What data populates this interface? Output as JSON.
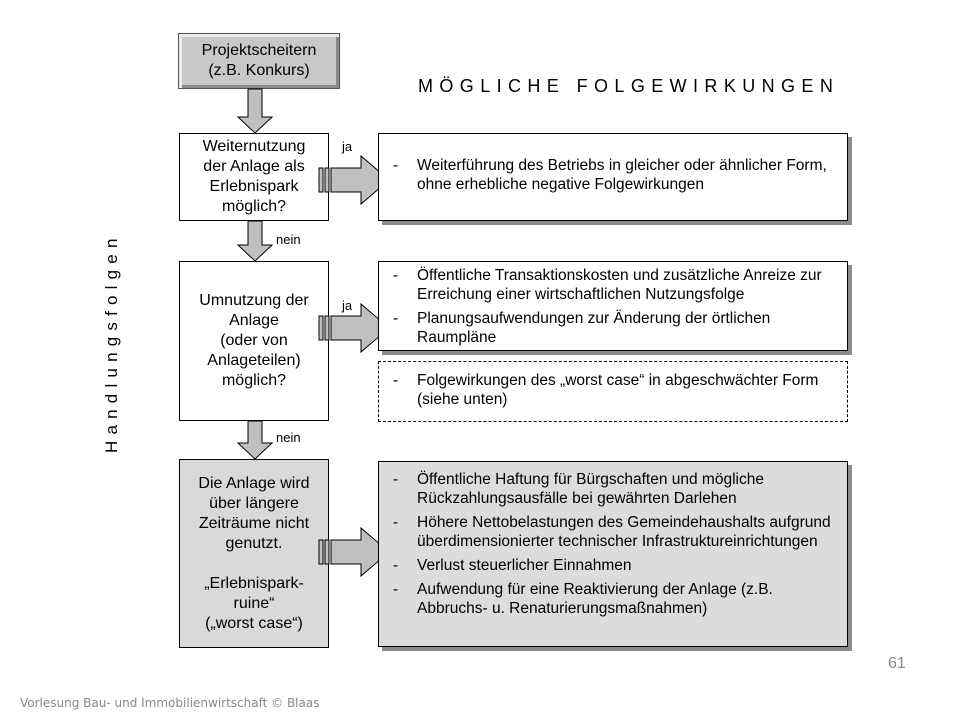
{
  "diagram": {
    "start": [
      "Projektscheitern",
      "(z.B. Konkurs)"
    ],
    "heading": "MÖGLICHE FOLGEWIRKUNGEN",
    "side_label": "Handlungsfolgen",
    "questions": [
      [
        "Weiternutzung",
        "der Anlage als",
        "Erlebnispark",
        "möglich?"
      ],
      [
        "Umnutzung der",
        "Anlage",
        "(oder von",
        "Anlageteilen)",
        "möglich?"
      ],
      [
        "Die Anlage wird",
        "über längere",
        "Zeiträume nicht",
        "genutzt.",
        "",
        "„Erlebnispark-",
        "ruine“",
        "(„worst case“)"
      ]
    ],
    "labels": {
      "yes": "ja",
      "no": "nein"
    },
    "consequences": [
      [
        "Weiterführung des Betriebs in gleicher oder ähnlicher Form, ohne erhebliche negative Folgewirkungen"
      ],
      [
        "Öffentliche Transaktionskosten und zusätzliche Anreize zur Erreichung einer wirtschaftlichen Nutzungsfolge",
        "Planungsaufwendungen zur Änderung der örtlichen Raumpläne"
      ],
      [
        "Folgewirkungen des „worst case“ in abgeschwächter Form (siehe unten)"
      ],
      [
        "Öffentliche Haftung für Bürgschaften und mögliche Rückzahlungsausfälle bei gewährten Darlehen",
        "Höhere Nettobelastungen des Gemeindehaushalts aufgrund überdimensionierter technischer Infrastruktureinrichtungen",
        "Verlust steuerlicher Einnahmen",
        "Aufwendung für eine Reaktivierung der Anlage (z.B. Abbruchs- u. Renaturierungsmaßnahmen)"
      ]
    ]
  },
  "footer": {
    "page_number": "61",
    "text": "Vorlesung Bau- und Immobilienwirtschaft © Blaas"
  },
  "colors": {
    "gray_box": "#d9d9d9",
    "arrow_fill": "#c0c0c0",
    "shadow": "#8c8c8c"
  }
}
